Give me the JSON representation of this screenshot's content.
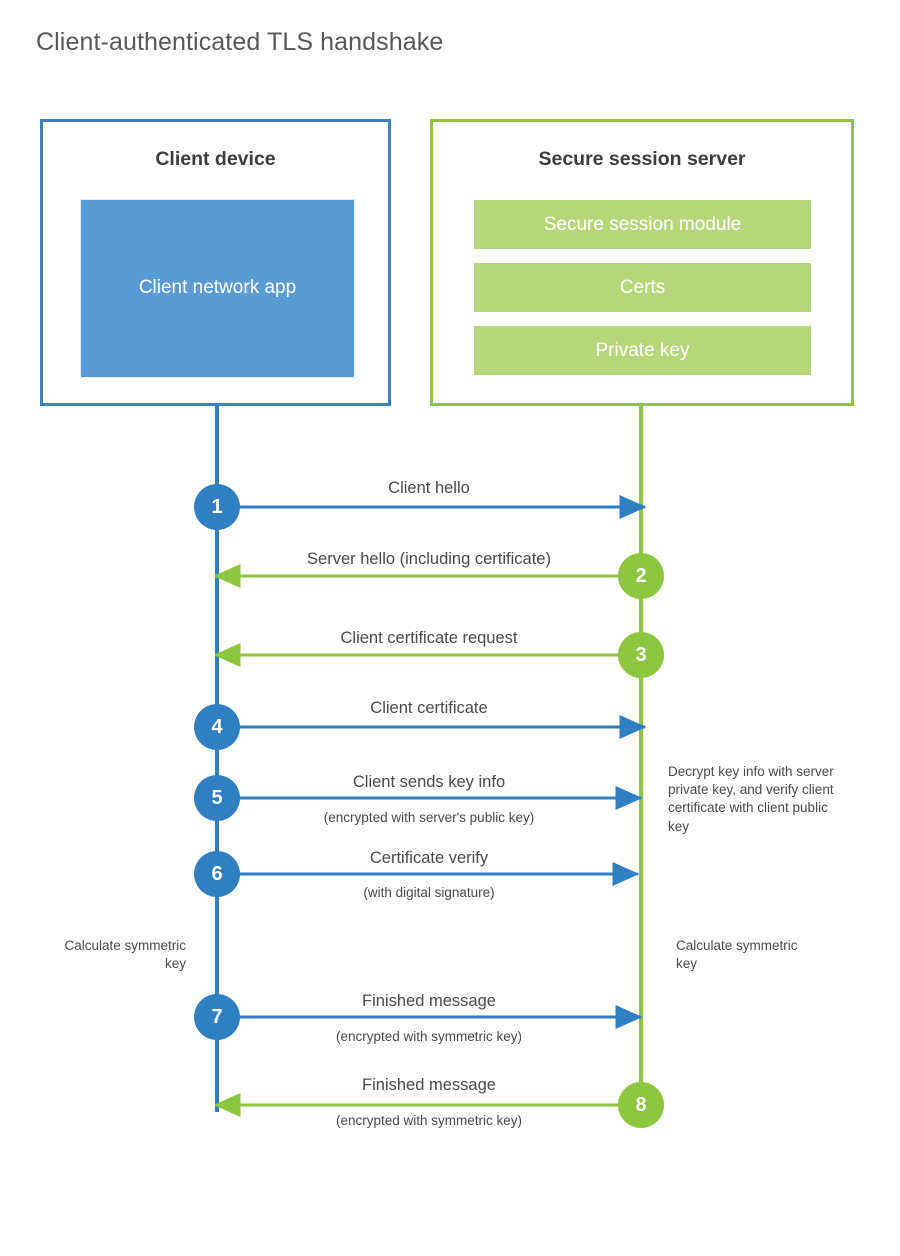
{
  "title": "Client-authenticated TLS handshake",
  "colors": {
    "client_blue": "#2f7fc1",
    "client_border_blue": "#3f7fbf",
    "client_app_fill": "#5b9bd5",
    "server_green": "#8cc63e",
    "server_bar_fill": "#b5d77a",
    "text": "#4a4a4a",
    "title_text": "#58585a"
  },
  "client_panel": {
    "title": "Client device",
    "app_label": "Client network app"
  },
  "server_panel": {
    "title": "Secure session server",
    "components": [
      {
        "label": "Secure session module"
      },
      {
        "label": "Certs"
      },
      {
        "label": "Private key"
      }
    ]
  },
  "steps": [
    {
      "number": "1",
      "origin": "client",
      "direction": "client-to-server",
      "label": "Client hello",
      "sublabel": ""
    },
    {
      "number": "2",
      "origin": "server",
      "direction": "server-to-client",
      "label": "Server hello (including certificate)",
      "sublabel": ""
    },
    {
      "number": "3",
      "origin": "server",
      "direction": "server-to-client",
      "label": "Client certificate request",
      "sublabel": ""
    },
    {
      "number": "4",
      "origin": "client",
      "direction": "client-to-server",
      "label": "Client certificate",
      "sublabel": ""
    },
    {
      "number": "5",
      "origin": "client",
      "direction": "client-to-server",
      "label": "Client sends key info",
      "sublabel": "(encrypted with server's public key)"
    },
    {
      "number": "6",
      "origin": "client",
      "direction": "client-to-server",
      "label": "Certificate verify",
      "sublabel": "(with digital signature)"
    },
    {
      "number": "7",
      "origin": "client",
      "direction": "client-to-server",
      "label": "Finished message",
      "sublabel": "(encrypted with symmetric key)"
    },
    {
      "number": "8",
      "origin": "server",
      "direction": "server-to-client",
      "label": "Finished message",
      "sublabel": "(encrypted with symmetric key)"
    }
  ],
  "notes": {
    "server_decrypt": "Decrypt key info with server private key, and verify client certificate with client public key",
    "client_symmetric_key": "Calculate symmetric key",
    "server_symmetric_key": "Calculate symmetric key"
  }
}
